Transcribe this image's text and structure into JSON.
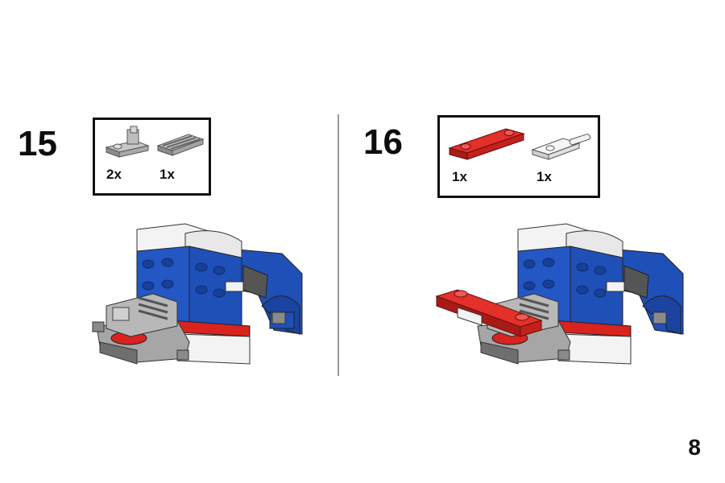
{
  "steps": [
    {
      "number": "15",
      "parts": [
        {
          "qty": "2x",
          "icon": "gray-hinge-plate-icon",
          "color": "#b4b4b4"
        },
        {
          "qty": "1x",
          "icon": "gray-grille-tile-icon",
          "color": "#a8a8a8"
        }
      ]
    },
    {
      "number": "16",
      "parts": [
        {
          "qty": "1x",
          "icon": "red-plate-1x4-icon",
          "color": "#d8231e"
        },
        {
          "qty": "1x",
          "icon": "white-handle-plate-icon",
          "color": "#f2f2f2"
        }
      ]
    }
  ],
  "page_number": "8",
  "colors": {
    "blue": "#1f50b8",
    "red": "#d8231e",
    "white": "#f3f3f3",
    "gray": "#9b9b9b",
    "dark_gray": "#5e5e5e"
  }
}
